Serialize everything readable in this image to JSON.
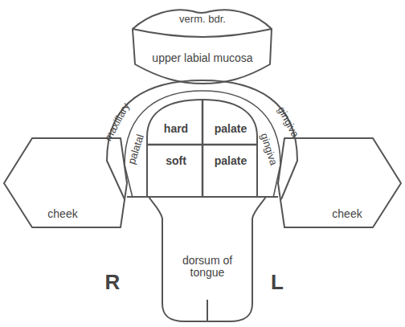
{
  "diagram": {
    "labels": [
      "verm. bdr.",
      "upper labial mucosa",
      "maxillary",
      "gingiva",
      "palatal",
      "gingiva",
      "hard",
      "palate",
      "soft",
      "palate",
      "cheek",
      "cheek",
      "dorsum of tongue",
      "R",
      "L"
    ]
  }
}
